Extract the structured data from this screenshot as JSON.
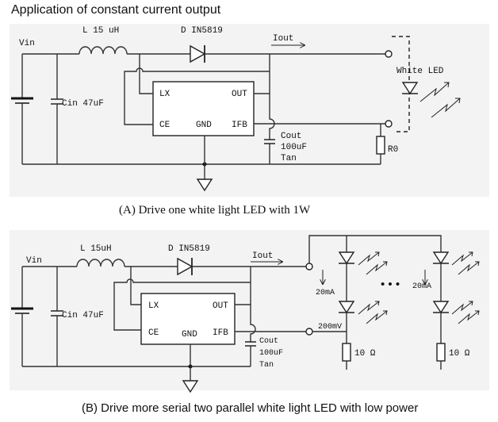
{
  "title": "Application of constant current output",
  "circuit_a": {
    "caption": "(A) Drive one white light LED with 1W",
    "vin": "Vin",
    "inductor": "L  15 uH",
    "diode": "D IN5819",
    "iout": "Iout",
    "cin": "Cin 47uF",
    "ic_pins": {
      "lx": "LX",
      "out": "OUT",
      "ce": "CE",
      "gnd": "GND",
      "ifb": "IFB"
    },
    "cout_lines": [
      "Cout",
      "100uF",
      "Tan"
    ],
    "led": "White LED",
    "resistor": "R0"
  },
  "circuit_b": {
    "caption": "(B) Drive more serial two parallel white light LED with low power",
    "vin": "Vin",
    "inductor": "L  15uH",
    "diode": "D IN5819",
    "iout": "Iout",
    "cin": "Cin 47uF",
    "ic_pins": {
      "lx": "LX",
      "out": "OUT",
      "ce": "CE",
      "gnd": "GND",
      "ifb": "IFB"
    },
    "cout_lines": [
      "Cout",
      "100uF",
      "Tan"
    ],
    "current_left": "20mA",
    "current_right": "20mA",
    "ellipsis": "• • •",
    "voltage": "200mV",
    "resistor_left": "10 Ω",
    "resistor_right": "10 Ω"
  }
}
